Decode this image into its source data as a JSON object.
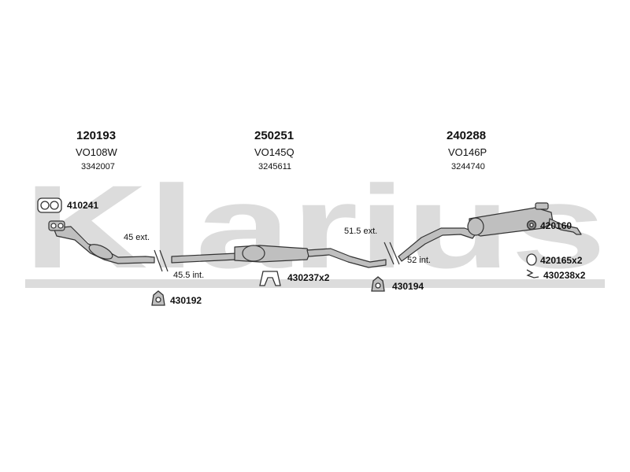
{
  "watermark": "Klarius",
  "sections": [
    {
      "part_number": "120193",
      "code": "VO108W",
      "oem": "3342007"
    },
    {
      "part_number": "250251",
      "code": "VO145Q",
      "oem": "3245611"
    },
    {
      "part_number": "240288",
      "code": "VO146P",
      "oem": "3244740"
    }
  ],
  "dimensions": {
    "d1": "45 ext.",
    "d2": "45.5 int.",
    "d3": "51.5 ext.",
    "d4": "52 int."
  },
  "accessories": {
    "gasket": "410241",
    "mount_a": "430192",
    "bracket": "430237x2",
    "mount_b": "430194",
    "nut": "420160",
    "ring": "420165x2",
    "spring": "430238x2"
  },
  "colors": {
    "watermark": "#dcdcdc",
    "line": "#333333",
    "fill": "#bfbfbf"
  }
}
